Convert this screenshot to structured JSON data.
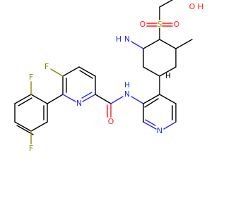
{
  "atoms": {
    "f_upper": "F",
    "f_left": "F",
    "f_lower": "F",
    "n_pyridine_left": "N",
    "n_amide": "N",
    "h_amide": "H",
    "o_amide": "O",
    "n_pyridine_right": "N",
    "n_amino": "N",
    "h2_amino": "H",
    "s_sulfonyl": "S",
    "o_sulfonyl_left": "O",
    "o_sulfonyl_right": "O",
    "o_hydroxyl": "O",
    "h_hydroxyl": "H",
    "h_stereo": "H"
  },
  "colors": {
    "carbon_bond": "#000000",
    "nitrogen": "#2a2aee",
    "oxygen": "#ff1a1a",
    "fluorine": "#8a8a00",
    "sulfur": "#b3a100"
  }
}
